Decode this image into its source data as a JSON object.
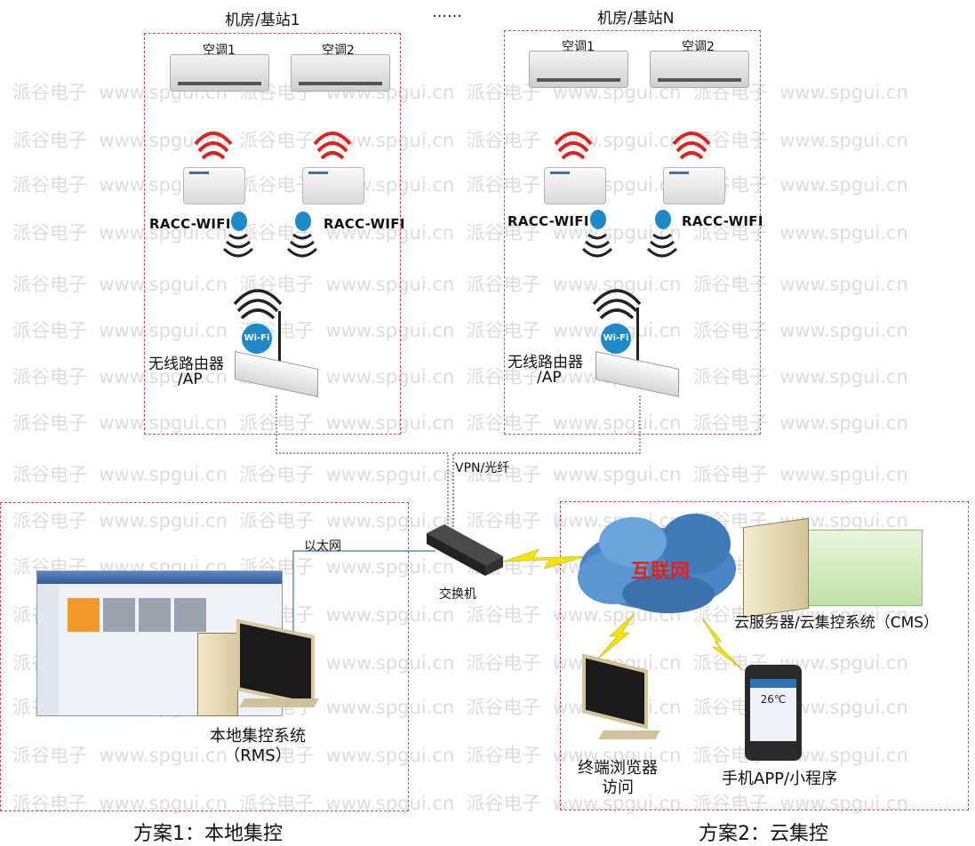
{
  "site1": {
    "title": "机房/基站1",
    "ac1": "空调1",
    "ac2": "空调2",
    "racc1": "RACC-WIFI",
    "racc2": "RACC-WIFI",
    "router_line1": "无线路由器",
    "router_line2": "/AP"
  },
  "ellipsis": "……",
  "siteN": {
    "title": "机房/基站N",
    "ac1": "空调1",
    "ac2": "空调2",
    "racc1": "RACC-WIFI",
    "racc2": "RACC-WIFI",
    "router_line1": "无线路由器",
    "router_line2": "/AP"
  },
  "network": {
    "vpn": "VPN/光纤",
    "ethernet": "以太网",
    "switch": "交换机",
    "internet": "互联网"
  },
  "local": {
    "rms_line1": "本地集控系统",
    "rms_line2": "（RMS）",
    "scheme": "方案1：本地集控"
  },
  "cloud": {
    "cms": "云服务器/云集控系统（CMS）",
    "browser_line1": "终端浏览器",
    "browser_line2": "访问",
    "app": "手机APP/小程序",
    "scheme": "方案2：云集控",
    "phone_temp": "26℃"
  },
  "watermark": {
    "cn": "派谷电子",
    "url": "www.spgui.cn"
  },
  "colors": {
    "dashed_box": "#e0444a",
    "wifi_red": "#d9241f",
    "bolt": "#f2e20d",
    "cloud": "#4a86c5",
    "internet_text": "#e0221c"
  }
}
